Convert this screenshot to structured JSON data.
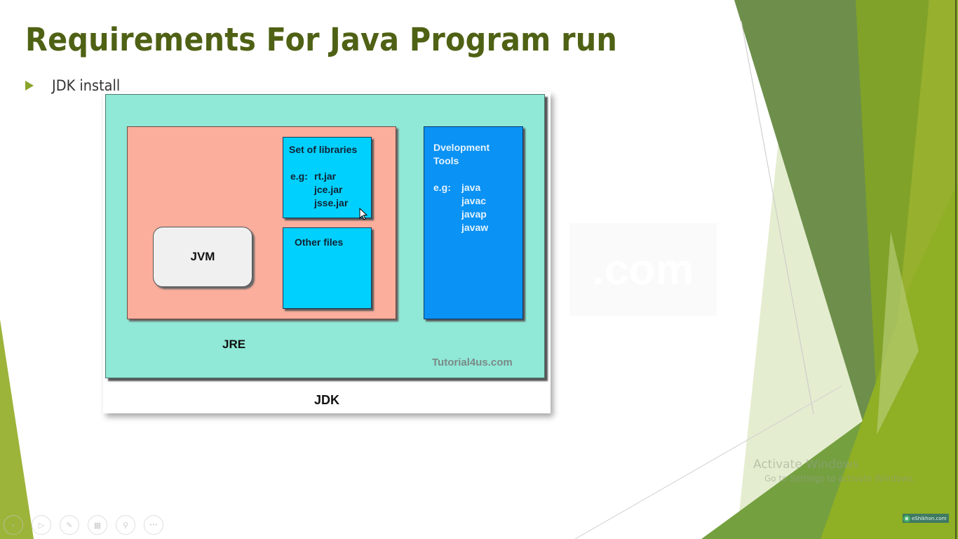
{
  "slide": {
    "title": "Requirements For Java Program run",
    "bullets": [
      {
        "icon": "triangle-bullet-icon",
        "text": "JDK install"
      }
    ],
    "accent_color": "#4f6114"
  },
  "diagram": {
    "jdk": {
      "label": "JDK",
      "color": "#90e8d6"
    },
    "jre": {
      "label": "JRE",
      "color": "#fbae9c"
    },
    "jvm": {
      "label": "JVM"
    },
    "libraries": {
      "title": "Set of libraries",
      "eg_label": "e.g:",
      "items": [
        "rt.jar",
        "jce.jar",
        "jsse.jar"
      ]
    },
    "other_files": {
      "title": "Other files"
    },
    "dev_tools": {
      "title_line1": "Dvelopment",
      "title_line2": "Tools",
      "eg_label": "e.g:",
      "items": [
        "java",
        "javac",
        "javap",
        "javaw"
      ]
    },
    "watermark": "Tutorial4us.com"
  },
  "overlay": {
    "activate_title": "Activate Windows",
    "activate_sub": "Go to Settings to activate Windows.",
    "badge_text": "eShikhon.com",
    "ghost_watermark": ".com"
  },
  "controls": [
    {
      "name": "previous-slide-button",
      "icon": "chevron-left-icon",
      "glyph": "‹"
    },
    {
      "name": "next-slide-button",
      "icon": "play-icon",
      "glyph": "▷"
    },
    {
      "name": "pen-tool-button",
      "icon": "pen-icon",
      "glyph": "✎"
    },
    {
      "name": "slides-overview-button",
      "icon": "grid-icon",
      "glyph": "▦"
    },
    {
      "name": "zoom-button",
      "icon": "magnifier-icon",
      "glyph": "⚲"
    },
    {
      "name": "more-options-button",
      "icon": "ellipsis-icon",
      "glyph": "•••"
    }
  ]
}
